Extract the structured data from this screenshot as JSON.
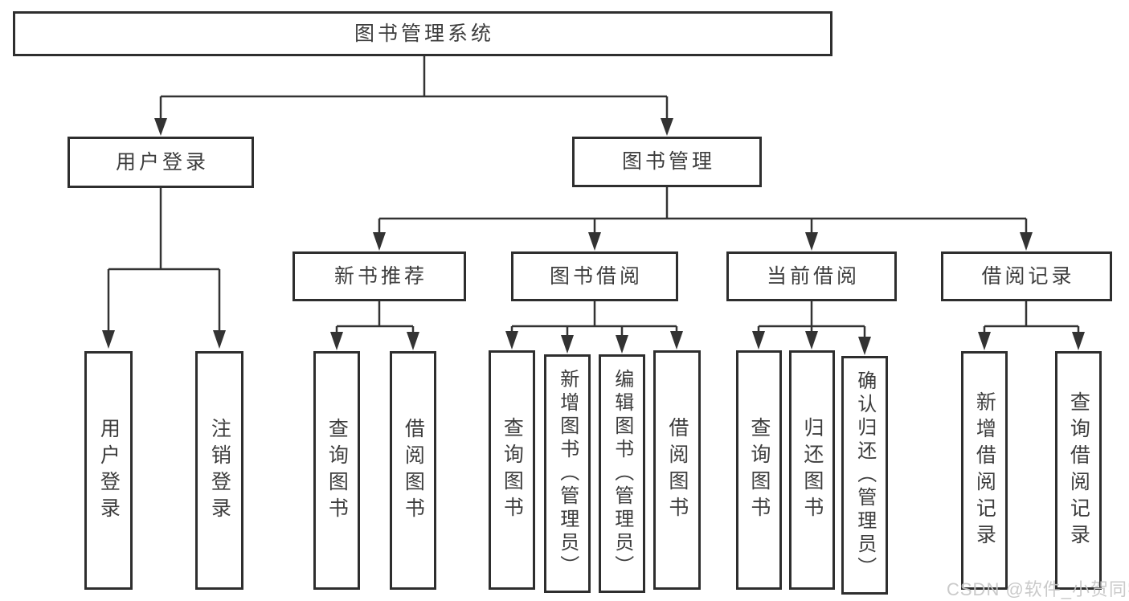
{
  "title": "图书管理系统",
  "watermark": {
    "text": "CSDN @软件_小贺同学"
  },
  "colors": {
    "background": "#ffffff",
    "line": "#333333",
    "box_border": "#2e2e2e",
    "text": "#3d3d3d",
    "watermark": "#c6c6c6"
  },
  "tree": {
    "label": "图书管理系统",
    "children": [
      {
        "label": "用户登录",
        "children": [
          {
            "label": "用户登录"
          },
          {
            "label": "注销登录"
          }
        ]
      },
      {
        "label": "图书管理",
        "children": [
          {
            "label": "新书推荐",
            "children": [
              {
                "label": "查询图书"
              },
              {
                "label": "借阅图书"
              }
            ]
          },
          {
            "label": "图书借阅",
            "children": [
              {
                "label": "查询图书"
              },
              {
                "label": "新增图书（管理员）"
              },
              {
                "label": "编辑图书（管理员）"
              },
              {
                "label": "借阅图书"
              }
            ]
          },
          {
            "label": "当前借阅",
            "children": [
              {
                "label": "查询图书"
              },
              {
                "label": "归还图书"
              },
              {
                "label": "确认归还（管理员）"
              }
            ]
          },
          {
            "label": "借阅记录",
            "children": [
              {
                "label": "新增借阅记录"
              },
              {
                "label": "查询借阅记录"
              }
            ]
          }
        ]
      }
    ]
  }
}
